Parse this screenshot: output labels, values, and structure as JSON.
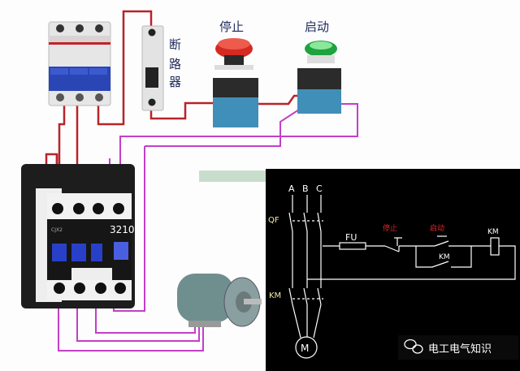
{
  "wiring": {
    "stop_label": "停止",
    "start_label": "启动",
    "breaker_label_chars": [
      "断",
      "路",
      "器"
    ],
    "contactor_model": "3210",
    "contactor_brand": "CJX2"
  },
  "schematic": {
    "phases": [
      "A",
      "B",
      "C"
    ],
    "qf_label": "QF",
    "fu_label": "FU",
    "stop_label": "停止",
    "start_label": "启动",
    "coil_label": "KM",
    "aux_contact_label": "KM",
    "main_contact_label": "KM",
    "motor_label": "M"
  },
  "watermark": {
    "text": "电工电气知识"
  },
  "colors": {
    "wire_red": "#b8232a",
    "wire_purple": "#c23fc8",
    "schematic_bg": "#000000",
    "schematic_line": "#ffffff",
    "schematic_red_text": "#e0262a",
    "label_yellow": "#f2e9a8"
  }
}
